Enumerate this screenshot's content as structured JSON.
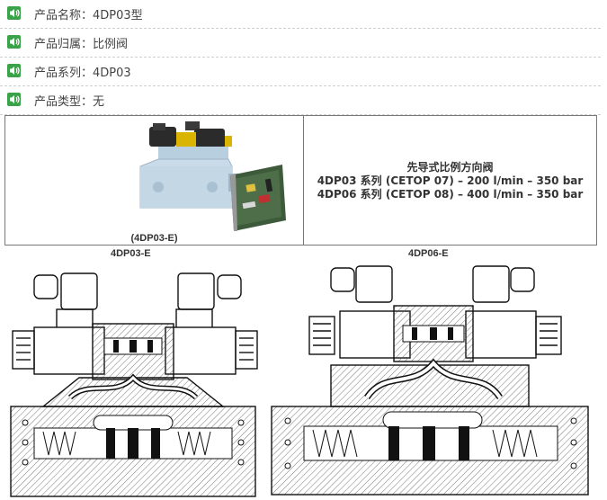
{
  "attributes": [
    {
      "label": "产品名称：",
      "value": "4DP03型"
    },
    {
      "label": "产品归属：",
      "value": "比例阀"
    },
    {
      "label": "产品系列：",
      "value": "4DP03"
    },
    {
      "label": "产品类型：",
      "value": "无"
    }
  ],
  "table": {
    "photo_caption": "(4DP03-E)",
    "title": "先导式比例方向阀",
    "line1": "4DP03 系列 (CETOP 07) – 200 l/min – 350 bar",
    "line2": "4DP06 系列 (CETOP 08) – 400 l/min – 350 bar"
  },
  "captions": {
    "left": "4DP03-E",
    "right": "4DP06-E"
  },
  "colors": {
    "bullet": "#3aa34a",
    "valve_body": "#c9dbe8"
  },
  "icons": {
    "bullet": "speaker-icon"
  }
}
